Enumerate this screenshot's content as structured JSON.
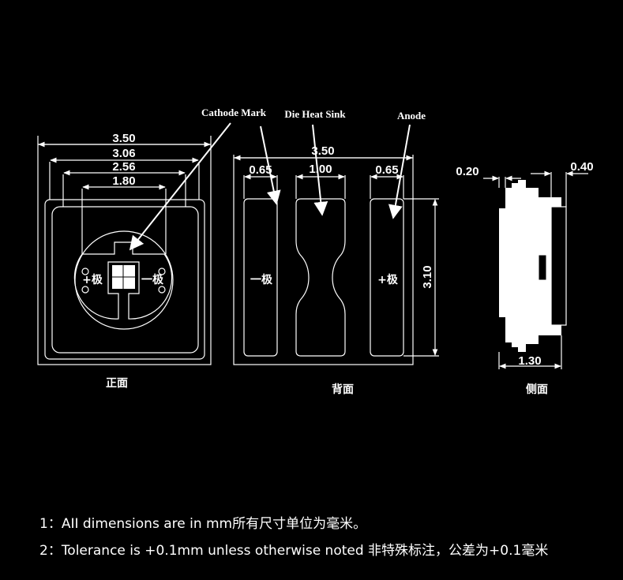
{
  "callouts": {
    "cathode_mark": "Cathode Mark",
    "die_heat_sink": "Die Heat Sink",
    "anode": "Anode"
  },
  "front_view": {
    "caption": "正面",
    "dims": [
      "3.50",
      "3.06",
      "2.56",
      "1.80"
    ],
    "plus_label": "+极",
    "minus_label": "一极"
  },
  "back_view": {
    "caption": "背面",
    "dim_width": "3.50",
    "dim_left_pad": "0.65",
    "dim_center_pad": "1.00",
    "dim_right_pad": "0.65",
    "dim_height": "3.10",
    "minus_label": "一极",
    "plus_label": "+极"
  },
  "side_view": {
    "caption": "侧面",
    "dim_left": "0.20",
    "dim_right": "0.40",
    "dim_bottom": "1.30"
  },
  "notes": [
    "1：AII dimensions are in mm所有尺寸单位为毫米。",
    "2：Tolerance is +0.1mm unless otherwise noted 非特殊标注，公差为+0.1毫米"
  ]
}
